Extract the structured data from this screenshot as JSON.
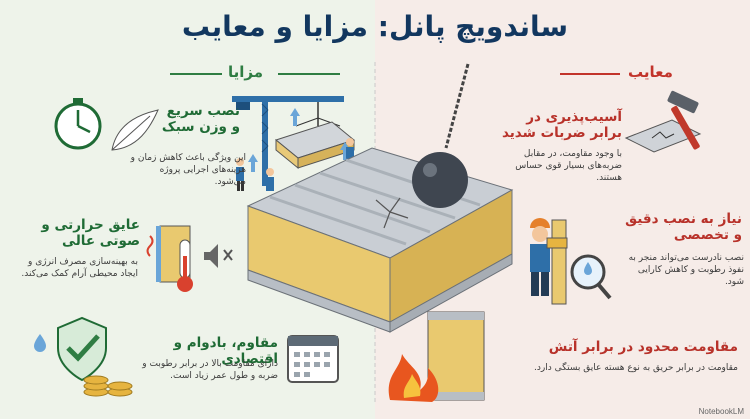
{
  "title": "ساندویچ پانل: مزایا و معایب",
  "pros": {
    "heading": "مزایا",
    "items": [
      {
        "title": "نصب سریع و وزن سبک",
        "desc": "این ویژگی باعث کاهش زمان و هزینه‌های اجرایی پروژه می‌شود."
      },
      {
        "title": "عایق حرارتی و صوتی عالی",
        "desc": "به بهینه‌سازی مصرف انرژی و ایجاد محیطی آرام کمک می‌کند."
      },
      {
        "title": "مقاوم، بادوام و اقتصادی",
        "desc": "دارای مقاومت بالا در برابر رطوبت و ضربه و طول عمر زیاد است."
      }
    ]
  },
  "cons": {
    "heading": "معایب",
    "items": [
      {
        "title": "آسیب‌پذیری در برابر ضربات شدید",
        "desc": "با وجود مقاومت، در مقابل ضربه‌های بسیار قوی حساس هستند."
      },
      {
        "title": "نیاز به نصب دقیق و تخصصی",
        "desc": "نصب نادرست می‌تواند منجر به نفوذ رطوبت و کاهش کارایی شود."
      },
      {
        "title": "مقاومت محدود در برابر آتش",
        "desc": "مقاومت در برابر حریق به نوع هسته عایق بستگی دارد."
      }
    ]
  },
  "footer": {
    "brand": "NotebookLM"
  },
  "colors": {
    "title": "#12375f",
    "pros": "#2f7d43",
    "cons": "#c2342b",
    "background": "#f7f5ef"
  },
  "icons": [
    "stopwatch-icon",
    "feather-icon",
    "insulation-icon",
    "thermometer-icon",
    "speaker-icon",
    "shield-check-icon",
    "water-drop-icon",
    "coins-icon",
    "calendar-icon",
    "hammer-icon",
    "cracked-surface-icon",
    "worker-icon",
    "magnifier-icon",
    "fire-icon",
    "crane-icon",
    "wrecking-ball-icon"
  ]
}
